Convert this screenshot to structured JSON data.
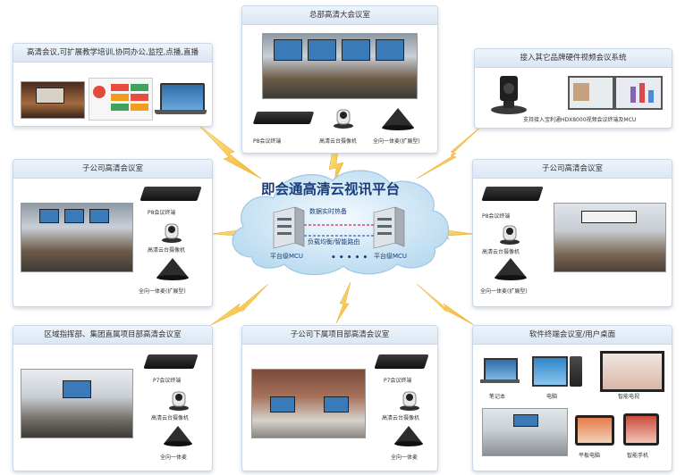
{
  "platform_title": "即会通高清云视讯平台",
  "cloud": {
    "data_exchange": "数据实时热备",
    "load_balance": "负载均衡/智能路由",
    "mcu_left": "平台级MCU",
    "mcu_right": "平台级MCU",
    "dots": "• • • • •"
  },
  "panels": {
    "top_left": {
      "title": "高清会议,可扩展教学培训,协同办公,监控,点播,直播"
    },
    "top_center": {
      "title": "总部高清大会议室",
      "devices": [
        "P8会议终端",
        "高清云台摄像机",
        "全向一体麦(扩展型)"
      ]
    },
    "top_right": {
      "title": "接入其它品牌硬件视频会议系统",
      "note": "支持接入宝利通HDX8000视频会议终端及MCU"
    },
    "mid_left": {
      "title": "子公司高清会议室",
      "devices": [
        "P8会议终端",
        "高清云台摄像机",
        "全向一体麦(扩展型)"
      ]
    },
    "mid_right": {
      "title": "子公司高清会议室",
      "devices": [
        "P8会议终端",
        "高清云台摄像机",
        "全向一体麦(扩展型)"
      ]
    },
    "bottom_left": {
      "title": "区域指挥部、集团直属项目部高清会议室",
      "devices": [
        "P7会议终端",
        "高清云台摄像机",
        "全向一体麦"
      ]
    },
    "bottom_center": {
      "title": "子公司下属项目部高清会议室",
      "devices": [
        "P7会议终端",
        "高清云台摄像机",
        "全向一体麦"
      ]
    },
    "bottom_right": {
      "title": "软件终端会议室/用户桌面",
      "devices": [
        "笔记本",
        "电脑",
        "智能电视",
        "平板电脑",
        "智能手机"
      ]
    }
  },
  "colors": {
    "bolt": "#f5c242",
    "cloud": "#cfe6f5",
    "title": "#1a3d7a",
    "mcu_link": "#d62b4b"
  }
}
